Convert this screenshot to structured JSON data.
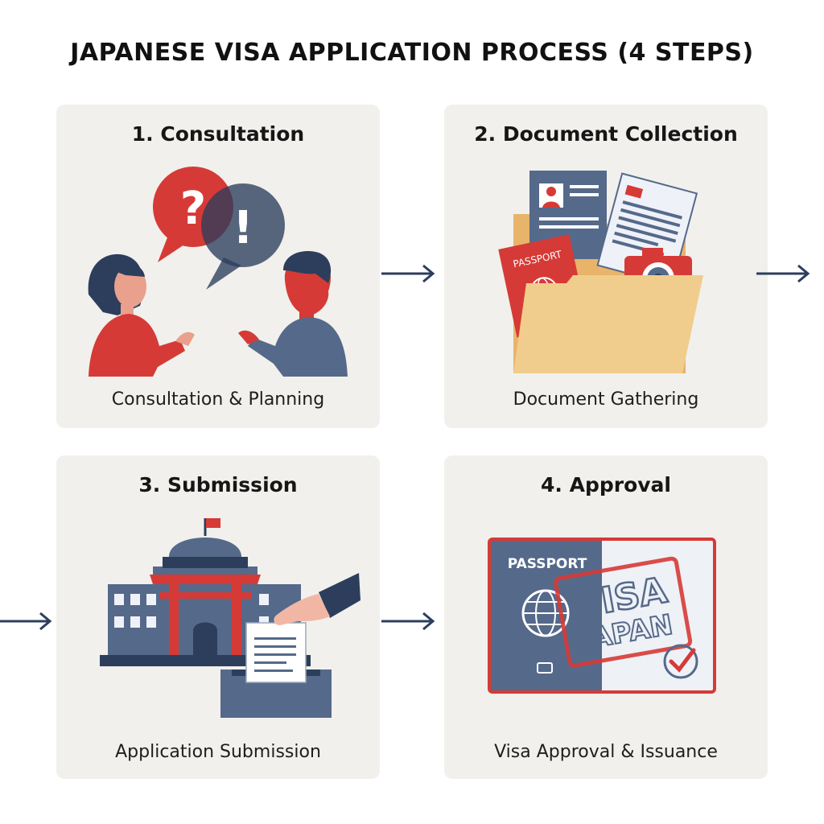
{
  "title": "JAPANESE VISA APPLICATION PROCESS (4 STEPS)",
  "colors": {
    "red": "#d63a36",
    "slate": "#55698a",
    "navy": "#2c3e5c",
    "card_bg": "#f1f0ec",
    "folder": "#f0cd8c"
  },
  "steps": [
    {
      "title": "1. Consultation",
      "caption": "Consultation & Planning",
      "icons": [
        "question-bubble",
        "exclamation-bubble",
        "woman",
        "man"
      ]
    },
    {
      "title": "2. Document Collection",
      "caption": "Document Gathering",
      "icons": [
        "folder",
        "id-card",
        "passport",
        "form",
        "camera"
      ]
    },
    {
      "title": "3. Submission",
      "caption": "Application Submission",
      "icons": [
        "embassy-building",
        "torii-gate",
        "flag",
        "hand",
        "document",
        "ballot-box"
      ]
    },
    {
      "title": "4. Approval",
      "caption": "Visa Approval & Issuance",
      "icons": [
        "passport",
        "globe",
        "visa-stamp",
        "checkmark"
      ]
    }
  ],
  "illustration_text": {
    "question": "?",
    "exclamation": "!",
    "passport_small": "PASSPORT",
    "passport_label": "PASSPORT",
    "stamp_line1": "VISA",
    "stamp_line2": "JAPAN"
  }
}
